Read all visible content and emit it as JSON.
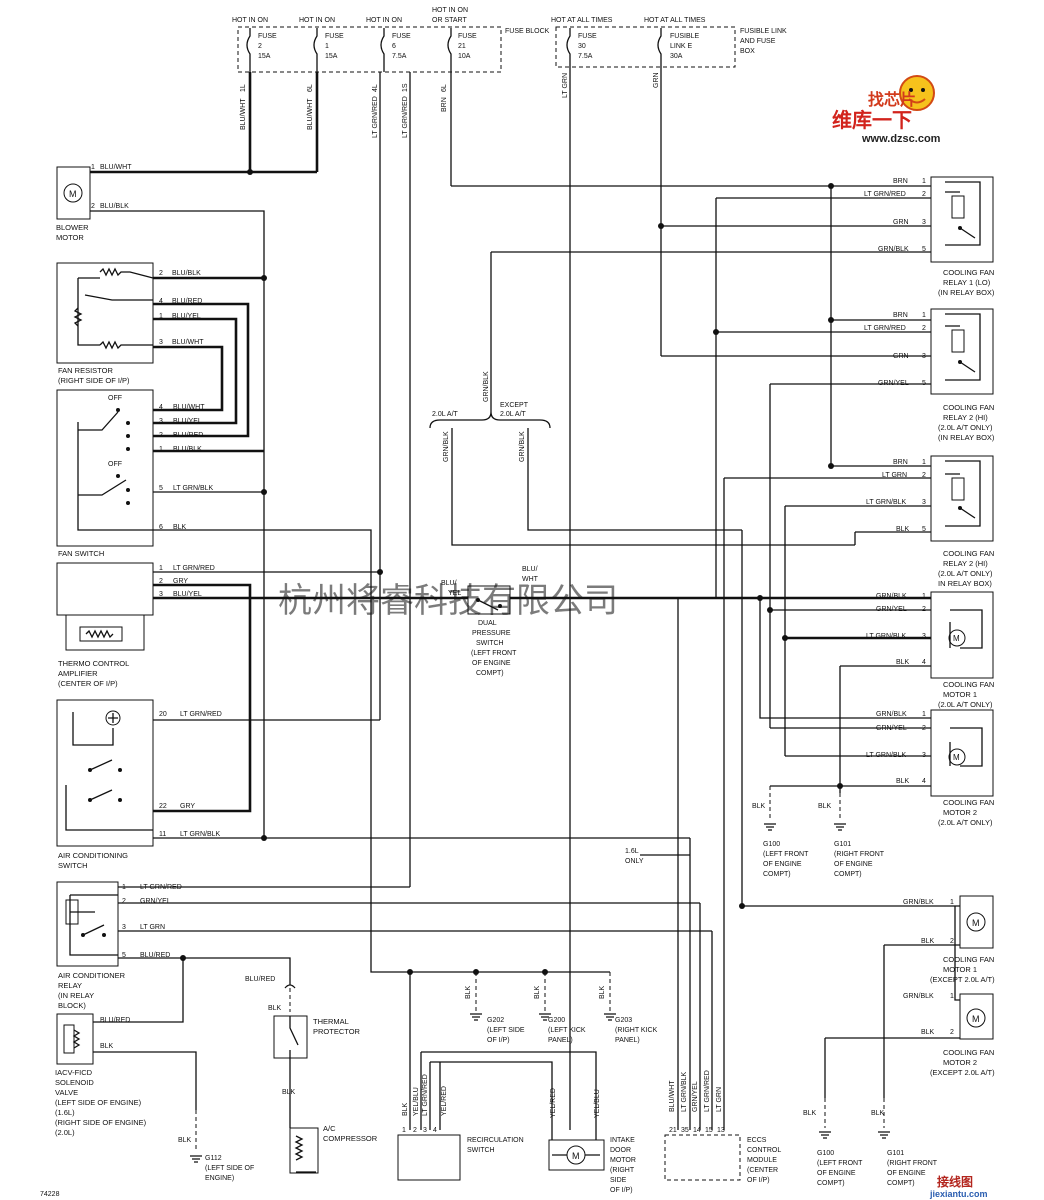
{
  "fuse_block": {
    "label": "FUSE BLOCK",
    "fuses": [
      {
        "hot": "HOT IN ON",
        "name": "FUSE",
        "num": "2",
        "amp": "15A",
        "wire": "BLU/WHT",
        "cav": "1L"
      },
      {
        "hot": "HOT IN ON",
        "name": "FUSE",
        "num": "1",
        "amp": "15A",
        "wire": "BLU/WHT",
        "cav": "6L"
      },
      {
        "hot": "HOT IN ON",
        "name": "FUSE",
        "num": "6",
        "amp": "7.5A",
        "wire": "LT GRN/RED",
        "cav": "4L"
      },
      {
        "hot": "HOT IN ON",
        "name": "FUSE",
        "num": "6",
        "amp": "7.5A",
        "wire": "LT GRN/RED",
        "cav": "1S"
      },
      {
        "hot": "HOT IN ON OR START",
        "name": "FUSE",
        "num": "21",
        "amp": "10A",
        "wire": "BRN",
        "cav": "6L"
      }
    ]
  },
  "fusible_box": {
    "label": "FUSIBLE LINK AND FUSE BOX",
    "items": [
      {
        "hot": "HOT AT ALL TIMES",
        "name": "FUSE",
        "num": "30",
        "amp": "7.5A",
        "wire": "LT GRN"
      },
      {
        "hot": "HOT AT ALL TIMES",
        "name": "FUSIBLE LINK E",
        "amp": "30A",
        "wire": "GRN"
      }
    ]
  },
  "logo": {
    "line1": "找芯片",
    "line2": "维库一下",
    "url": "www.dzsc.com"
  },
  "watermark": "杭州将睿科技有限公司",
  "blower": {
    "name": "BLOWER MOTOR",
    "pins": [
      {
        "n": "1",
        "w": "BLU/WHT"
      },
      {
        "n": "2",
        "w": "BLU/BLK"
      }
    ]
  },
  "fan_resistor": {
    "name": "FAN RESISTOR",
    "loc": "(RIGHT SIDE OF I/P)",
    "pins": [
      {
        "n": "2",
        "w": "BLU/BLK"
      },
      {
        "n": "4",
        "w": "BLU/RED"
      },
      {
        "n": "1",
        "w": "BLU/YEL"
      },
      {
        "n": "3",
        "w": "BLU/WHT"
      }
    ]
  },
  "fan_switch": {
    "name": "FAN SWITCH",
    "off": "OFF",
    "pins": [
      {
        "n": "4",
        "w": "BLU/WHT"
      },
      {
        "n": "3",
        "w": "BLU/YEL"
      },
      {
        "n": "2",
        "w": "BLU/RED"
      },
      {
        "n": "1",
        "w": "BLU/BLK"
      },
      {
        "n": "5",
        "w": "LT GRN/BLK"
      },
      {
        "n": "6",
        "w": "BLK"
      }
    ]
  },
  "thermo": {
    "name": "THERMO CONTROL AMPLIFIER",
    "loc": "(CENTER OF I/P)",
    "pins": [
      {
        "n": "1",
        "w": "LT GRN/RED"
      },
      {
        "n": "2",
        "w": "GRY"
      },
      {
        "n": "3",
        "w": "BLU/YEL"
      }
    ]
  },
  "ac_switch": {
    "name": "AIR CONDITIONING SWITCH",
    "pins": [
      {
        "n": "20",
        "w": "LT GRN/RED"
      },
      {
        "n": "22",
        "w": "GRY"
      },
      {
        "n": "11",
        "w": "LT GRN/BLK"
      }
    ]
  },
  "ac_relay": {
    "name": "AIR CONDITIONER RELAY",
    "loc": "(IN RELAY BLOCK)",
    "pins": [
      {
        "n": "1",
        "w": "LT GRN/RED"
      },
      {
        "n": "2",
        "w": "GRN/YEL"
      },
      {
        "n": "3",
        "w": "LT GRN"
      },
      {
        "n": "5",
        "w": "BLU/RED"
      }
    ]
  },
  "iacv": {
    "name": "IACV-FICD SOLENOID VALVE",
    "loc1": "(LEFT SIDE OF ENGINE)",
    "loc2": "(1.6L)",
    "loc3": "(RIGHT SIDE OF ENGINE)",
    "loc4": "(2.0L)",
    "w1": "BLU/RED",
    "w2": "BLK",
    "gnd": "G112",
    "gnd_loc": "(LEFT SIDE OF ENGINE)"
  },
  "thermal": {
    "name": "THERMAL PROTECTOR",
    "w_in": "BLU/RED",
    "w_mid": "BLK",
    "w_out": "BLK"
  },
  "compressor": {
    "name": "A/C COMPRESSOR"
  },
  "dual_switch": {
    "name": "DUAL PRESSURE SWITCH",
    "loc": "(LEFT FRONT OF ENGINE COMPT)",
    "w_left": "BLU/YEL",
    "w_right": "BLU/WHT"
  },
  "branch": {
    "a": "2.0L A/T",
    "b": "EXCEPT 2.0L A/T",
    "w_top": "GRN/BLK",
    "w_a": "GRN/BLK",
    "w_b": "GRN/BLK"
  },
  "grounds_mid": [
    {
      "id": "G202",
      "loc": "(LEFT SIDE OF I/P)",
      "w": "BLK"
    },
    {
      "id": "G200",
      "loc": "(LEFT KICK PANEL)",
      "w": "BLK"
    },
    {
      "id": "G203",
      "loc": "(RIGHT KICK PANEL)",
      "w": "BLK"
    }
  ],
  "recirc": {
    "name": "RECIRCULATION SWITCH",
    "pins": [
      {
        "n": "1",
        "w": "BLK"
      },
      {
        "n": "2",
        "w": "YEL/BLU"
      },
      {
        "n": "3",
        "w": "LT GRN/RED"
      },
      {
        "n": "4",
        "w": "YEL/RED"
      }
    ]
  },
  "intake": {
    "name": "INTAKE DOOR MOTOR",
    "loc": "(RIGHT SIDE OF I/P)",
    "w1": "YEL/RED",
    "w2": "YEL/BLU"
  },
  "eccs": {
    "name": "ECCS CONTROL MODULE",
    "loc": "(CENTER OF I/P)",
    "note": "1.6L ONLY",
    "pins": [
      {
        "n": "21",
        "w": "BLU/WHT"
      },
      {
        "n": "35",
        "w": "LT GRN/BLK"
      },
      {
        "n": "14",
        "w": "GRN/YEL"
      },
      {
        "n": "15",
        "w": "LT GRN/RED"
      },
      {
        "n": "13",
        "w": "LT GRN"
      }
    ]
  },
  "relay1": {
    "name": "COOLING FAN RELAY 1 (LO)",
    "loc": "(IN RELAY BOX)",
    "pins": [
      {
        "n": "1",
        "w": "BRN"
      },
      {
        "n": "2",
        "w": "LT GRN/RED"
      },
      {
        "n": "3",
        "w": "GRN"
      },
      {
        "n": "5",
        "w": "GRN/BLK"
      }
    ]
  },
  "relay2a": {
    "name": "COOLING FAN RELAY 2 (HI)",
    "loc": "(2.0L A/T ONLY) (IN RELAY BOX)",
    "pins": [
      {
        "n": "1",
        "w": "BRN"
      },
      {
        "n": "2",
        "w": "LT GRN/RED"
      },
      {
        "n": "3",
        "w": "GRN"
      },
      {
        "n": "5",
        "w": "GRN/YEL"
      }
    ]
  },
  "relay2b": {
    "name": "COOLING FAN RELAY 2 (HI)",
    "loc": "(2.0L A/T ONLY) IN RELAY BOX)",
    "pins": [
      {
        "n": "1",
        "w": "BRN"
      },
      {
        "n": "2",
        "w": "LT GRN"
      },
      {
        "n": "3",
        "w": "LT GRN/BLK"
      },
      {
        "n": "5",
        "w": "BLK"
      }
    ]
  },
  "motor1": {
    "name": "COOLING FAN MOTOR 1",
    "loc": "(2.0L A/T ONLY)",
    "pins": [
      {
        "n": "1",
        "w": "GRN/BLK"
      },
      {
        "n": "2",
        "w": "GRN/YEL"
      },
      {
        "n": "3",
        "w": "LT GRN/BLK"
      },
      {
        "n": "4",
        "w": "BLK"
      }
    ]
  },
  "motor2": {
    "name": "COOLING FAN MOTOR 2",
    "loc": "(2.0L A/T ONLY)",
    "pins": [
      {
        "n": "1",
        "w": "GRN/BLK"
      },
      {
        "n": "2",
        "w": "GRN/YEL"
      },
      {
        "n": "3",
        "w": "LT GRN/BLK"
      },
      {
        "n": "4",
        "w": "BLK"
      }
    ]
  },
  "grounds_right": [
    {
      "id": "G100",
      "loc": "(LEFT FRONT OF ENGINE COMPT)",
      "w": "BLK"
    },
    {
      "id": "G101",
      "loc": "(RIGHT FRONT OF ENGINE COMPT)",
      "w": "BLK"
    }
  ],
  "motor1x": {
    "name": "COOLING FAN MOTOR 1",
    "loc": "(EXCEPT 2.0L A/T)",
    "pins": [
      {
        "n": "1",
        "w": "GRN/BLK"
      },
      {
        "n": "2",
        "w": "BLK"
      }
    ]
  },
  "motor2x": {
    "name": "COOLING FAN MOTOR 2",
    "loc": "(EXCEPT 2.0L A/T)",
    "pins": [
      {
        "n": "1",
        "w": "GRN/BLK"
      },
      {
        "n": "2",
        "w": "BLK"
      }
    ]
  },
  "grounds_bottom": [
    {
      "id": "G100",
      "loc": "(LEFT FRONT OF ENGINE COMPT)",
      "w": "BLK"
    },
    {
      "id": "G101",
      "loc": "(RIGHT FRONT OF ENGINE COMPT)",
      "w": "BLK"
    }
  ],
  "fig_num": "74228",
  "site": "jiexiantu.com",
  "site_cn": "接线图"
}
